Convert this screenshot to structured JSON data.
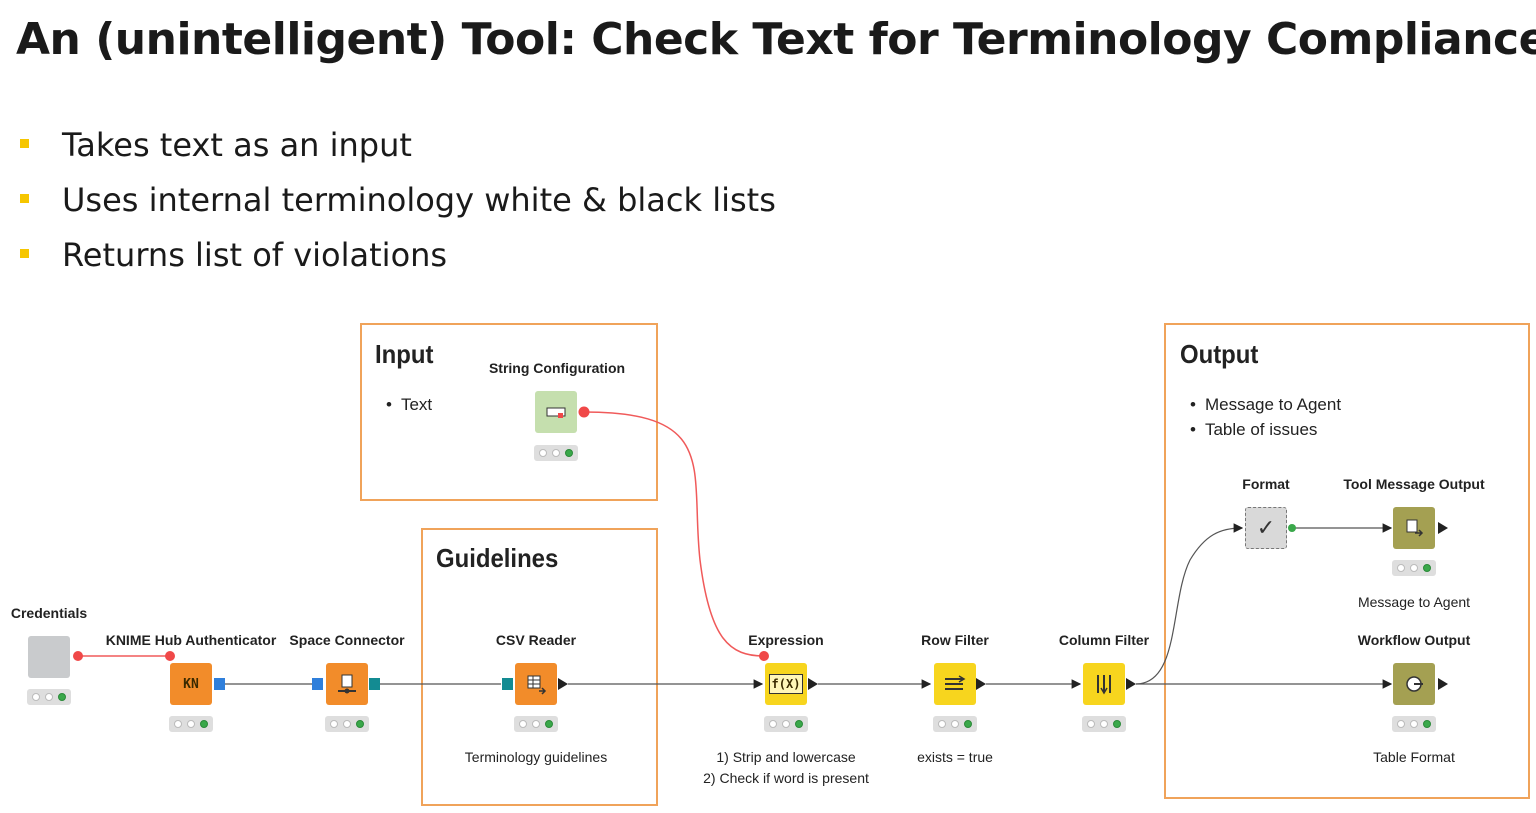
{
  "slide": {
    "title": "An (unintelligent) Tool: Check Text for Terminology Compliance",
    "bullets": [
      "Takes text as an input",
      "Uses internal terminology white & black lists",
      "Returns list of violations"
    ]
  },
  "groups": {
    "input": {
      "title": "Input",
      "items": [
        "Text"
      ]
    },
    "guidelines": {
      "title": "Guidelines"
    },
    "output": {
      "title": "Output",
      "items": [
        "Message to Agent",
        "Table of issues"
      ]
    }
  },
  "nodes": {
    "credentials": {
      "label": "Credentials",
      "color": "#c9cbcd"
    },
    "hub_auth": {
      "label": "KNIME Hub Authenticator",
      "color": "#f28c2a",
      "icon_text": "KN"
    },
    "space_connector": {
      "label": "Space Connector",
      "color": "#f28c2a"
    },
    "csv_reader": {
      "label": "CSV Reader",
      "color": "#f28c2a",
      "note": "Terminology guidelines"
    },
    "string_config": {
      "label": "String Configuration",
      "color": "#c5dfae"
    },
    "expression": {
      "label": "Expression",
      "color": "#f7d51e",
      "icon_text": "f(X)",
      "note_lines": [
        "1) Strip and lowercase",
        "2) Check if word is present"
      ]
    },
    "row_filter": {
      "label": "Row Filter",
      "color": "#f7d51e",
      "note": "exists = true"
    },
    "column_filter": {
      "label": "Column Filter",
      "color": "#f7d51e"
    },
    "format": {
      "label": "Format",
      "color": "#d9d9d9"
    },
    "tool_message_output": {
      "label": "Tool Message Output",
      "color": "#a4a052",
      "note": "Message to Agent"
    },
    "workflow_output": {
      "label": "Workflow Output",
      "color": "#a4a052",
      "note": "Table Format"
    }
  },
  "colors": {
    "accent_bullet": "#f6c600",
    "group_border": "#f0a35a",
    "flow_variable_line": "#f05a5a",
    "data_line": "#555555"
  }
}
